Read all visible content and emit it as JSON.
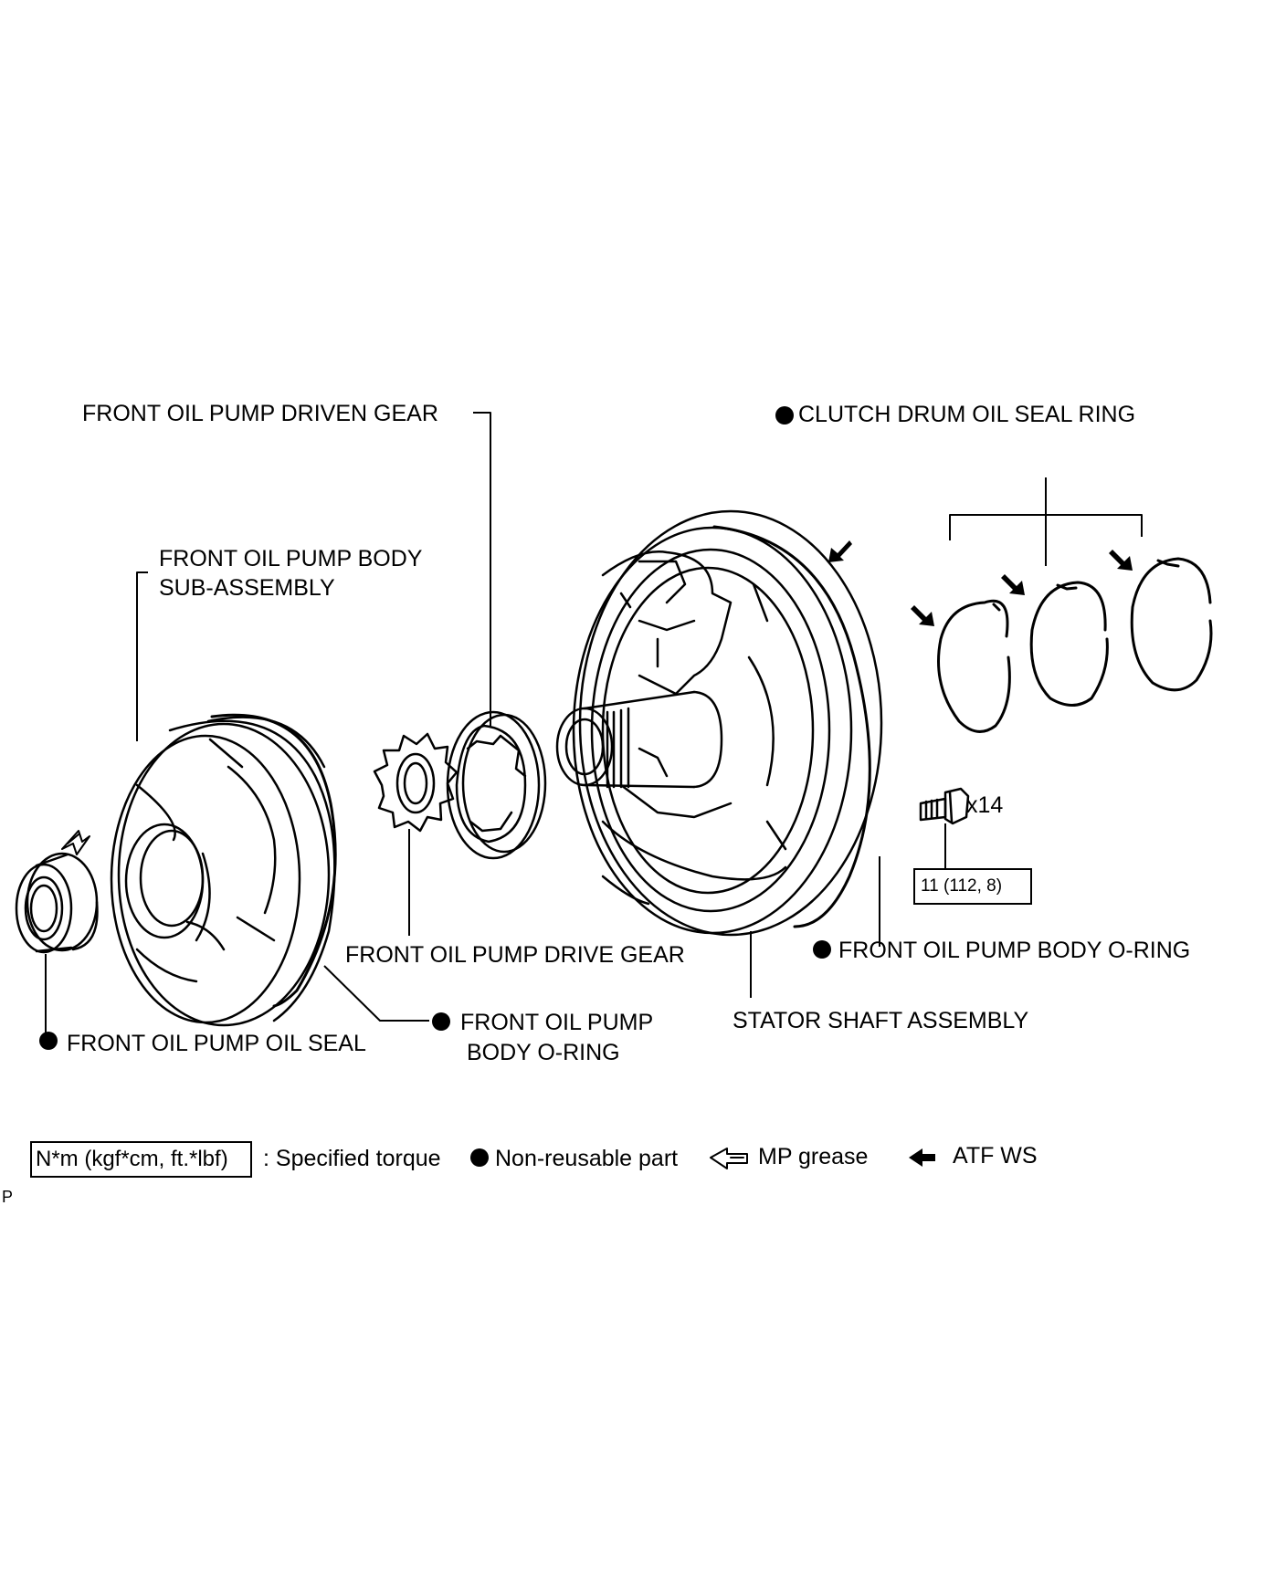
{
  "labels": {
    "driven_gear": "FRONT OIL PUMP DRIVEN GEAR",
    "clutch_seal_ring": "CLUTCH DRUM OIL SEAL RING",
    "pump_body_sub_1": "FRONT OIL PUMP BODY",
    "pump_body_sub_2": "SUB-ASSEMBLY",
    "drive_gear": "FRONT OIL PUMP DRIVE GEAR",
    "body_oring_right": "FRONT OIL PUMP BODY O-RING",
    "body_oring_mid_1": "FRONT OIL PUMP",
    "body_oring_mid_2": "BODY O-RING",
    "stator_shaft": "STATOR SHAFT ASSEMBLY",
    "oil_seal": "FRONT OIL PUMP OIL SEAL",
    "bolt_count": "x14",
    "torque_value": "11 (112, 8)"
  },
  "legend": {
    "torque_box": "N*m (kgf*cm, ft.*lbf)",
    "torque_text": ": Specified torque",
    "nonreusable": "Non-reusable part",
    "grease": "MP grease",
    "atf": "ATF WS"
  },
  "footer_code": "P"
}
